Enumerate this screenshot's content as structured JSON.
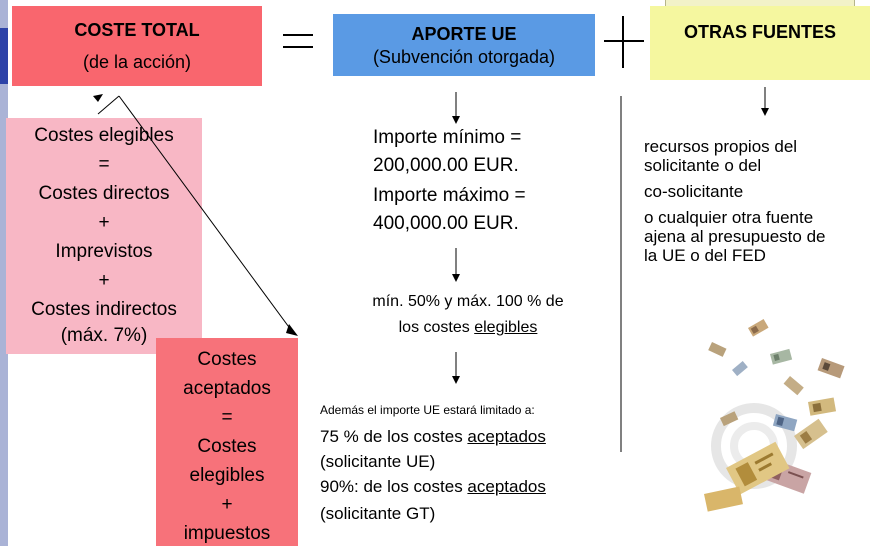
{
  "colors": {
    "coste_total_bg": "#f9666e",
    "aporte_bg": "#5a9ae4",
    "otras_bg": "#f5f79f",
    "elegibles_bg": "#f8b7c5",
    "aceptados_bg": "#f7727a",
    "left_bar": "#aab3d6",
    "left_bar_dark": "#2d43a8"
  },
  "coste_total": {
    "title": "COSTE TOTAL",
    "subtitle": "(de la acción)"
  },
  "equals_symbol": "=",
  "aporte_ue": {
    "title": "APORTE UE",
    "subtitle": "(Subvención otorgada)"
  },
  "plus_symbol": "+",
  "otras_fuentes": {
    "title": "OTRAS FUENTES"
  },
  "costes_elegibles": {
    "lines": [
      "Costes elegibles",
      "=",
      "Costes directos",
      "+",
      "Imprevistos",
      "+",
      "Costes indirectos",
      "(máx. 7%)"
    ]
  },
  "costes_aceptados": {
    "lines": [
      "Costes",
      "aceptados",
      "=",
      "Costes",
      "elegibles",
      "+",
      "impuestos"
    ]
  },
  "importes": {
    "min_line1": "Importe mínimo =",
    "min_line2": "200,000.00 EUR.",
    "max_line1": "Importe máximo =",
    "max_line2": "400,000.00 EUR."
  },
  "porcentaje": {
    "line1": "mín. 50% y máx. 100 % de",
    "line2_prefix": "los costes ",
    "line2_underlined": "elegibles"
  },
  "limitado": {
    "intro": "Además el importe UE estará limitado a:",
    "l1_prefix": "75 % de los costes ",
    "l1_underlined": "aceptados",
    "l2": "(solicitante UE)",
    "l3_prefix": "90%: de los costes ",
    "l3_underlined": "aceptados",
    "l4": "(solicitante GT)"
  },
  "fuentes": {
    "l1": "recursos propios del",
    "l2": "solicitante o del",
    "l3": "co-solicitante",
    "l4": "o cualquier otra fuente",
    "l5": "ajena al presupuesto de",
    "l6": "la UE o del FED"
  },
  "image_icon": "flying-euro-banknotes-icon"
}
